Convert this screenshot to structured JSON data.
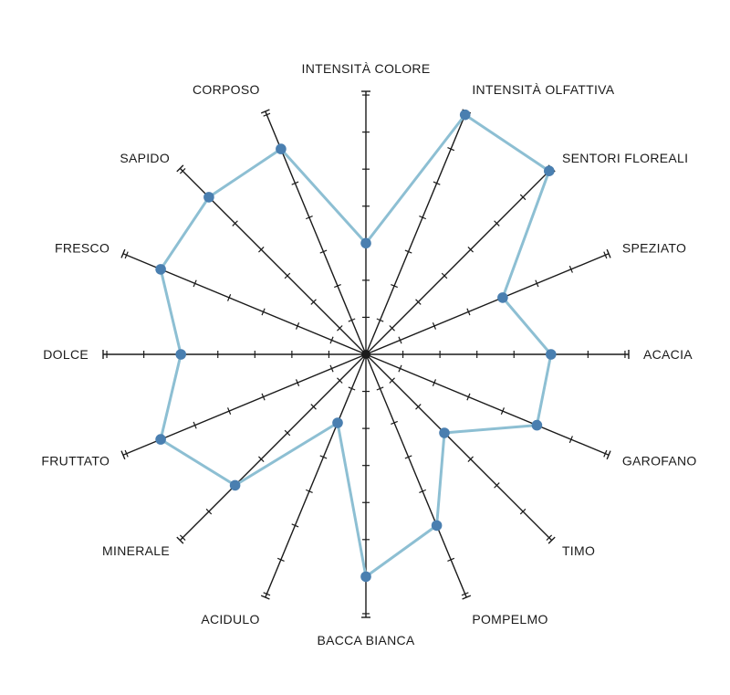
{
  "chart_data": {
    "type": "radar",
    "title": "",
    "axes": [
      "INTENSITÀ COLORE",
      "INTENSITÀ OLFATTIVA",
      "SENTORI FLOREALI",
      "SPEZIATO",
      "ACACIA",
      "GAROFANO",
      "TIMO",
      "POMPELMO",
      "BACCA BIANCA",
      "ACIDULO",
      "MINERALE",
      "FRUTTATO",
      "DOLCE",
      "FRESCO",
      "SAPIDO",
      "CORPOSO"
    ],
    "values": [
      3,
      7,
      7,
      4,
      5,
      5,
      3,
      5,
      6,
      2,
      5,
      6,
      5,
      6,
      6,
      6
    ],
    "scale_max": 7,
    "colors": {
      "line": "#8dbfd3",
      "point": "#4a7fb0",
      "axis": "#1a1a1a"
    }
  }
}
